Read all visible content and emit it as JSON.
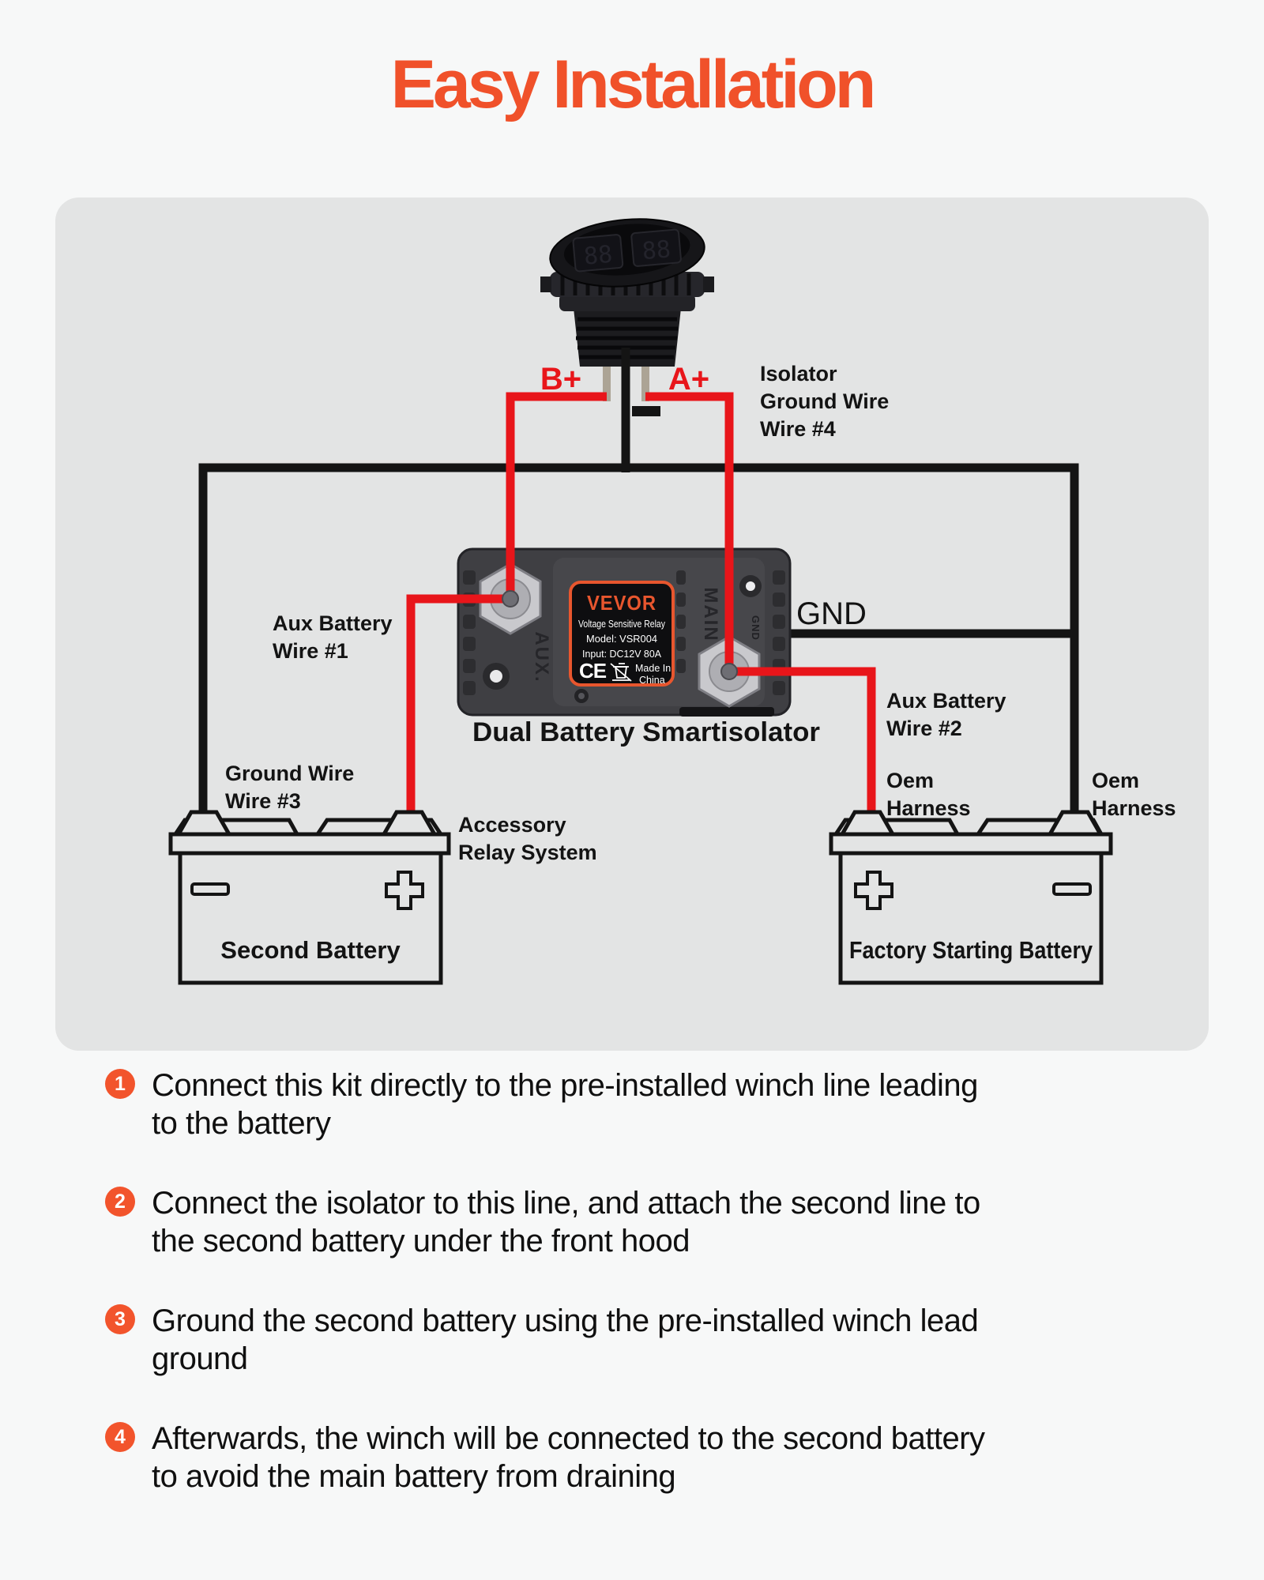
{
  "title": "Easy Installation",
  "colors": {
    "accent_orange": "#F0512A",
    "bullet_orange": "#F2542C",
    "wire_red": "#E8151A",
    "wire_black": "#141414",
    "panel_gray": "#E3E4E4",
    "page_background": "#F7F8F8",
    "relay_body": "#3F3F43",
    "relay_label_border": "#E8562E"
  },
  "diagram": {
    "b_plus": "B+",
    "a_plus": "A+",
    "voltmeter_ghost": "88",
    "isolator_wire4": [
      "Isolator",
      "Ground Wire",
      "Wire #4"
    ],
    "aux_wire1": [
      "Aux Battery",
      "Wire #1"
    ],
    "gnd": "GND",
    "aux_wire2": [
      "Aux Battery",
      "Wire #2"
    ],
    "ground_wire3": [
      "Ground Wire",
      "Wire #3"
    ],
    "accessory": [
      "Accessory",
      "Relay System"
    ],
    "oem_left": [
      "Oem",
      "Harness"
    ],
    "oem_right": [
      "Oem",
      "Harness"
    ],
    "caption": "Dual Battery Smartisolator",
    "second_battery": "Second Battery",
    "factory_battery": "Factory Starting Battery",
    "relay": {
      "brand": "VEVOR",
      "desc": "Voltage Sensitive Relay",
      "model": "Model: VSR004",
      "input": "Input: DC12V 80A",
      "ce": "CE",
      "made_in": [
        "Made In",
        "China"
      ],
      "aux": "AUX.",
      "main": "MAIN",
      "gnd": "GND"
    }
  },
  "steps": [
    {
      "num": "1",
      "lines": [
        "Connect this kit directly to the pre-installed winch line leading",
        "to the battery"
      ]
    },
    {
      "num": "2",
      "lines": [
        "Connect the isolator to this line, and attach the second line to",
        "the second battery under the front hood"
      ]
    },
    {
      "num": "3",
      "lines": [
        "Ground the second battery using the pre-installed winch lead",
        "ground"
      ]
    },
    {
      "num": "4",
      "lines": [
        "Afterwards, the winch will be connected to the second battery",
        "to avoid the main battery from draining"
      ]
    }
  ]
}
